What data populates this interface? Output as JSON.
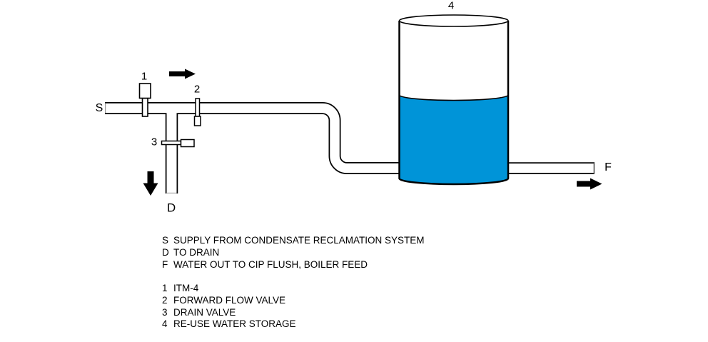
{
  "diagram": {
    "labels": {
      "s": "S",
      "d": "D",
      "f": "F",
      "n1": "1",
      "n2": "2",
      "n3": "3",
      "n4": "4"
    },
    "colors": {
      "water": "#0094d8",
      "line": "#000000",
      "arrow": "#000000"
    },
    "icons": {
      "top_arrow": "flow-right-arrow",
      "drain_arrow": "flow-down-arrow",
      "outlet_arrow": "flow-right-arrow"
    }
  },
  "legend": {
    "io": [
      {
        "key": "S",
        "text": "SUPPLY FROM CONDENSATE RECLAMATION SYSTEM"
      },
      {
        "key": "D",
        "text": "TO DRAIN"
      },
      {
        "key": "F",
        "text": "WATER OUT TO CIP FLUSH, BOILER FEED"
      }
    ],
    "components": [
      {
        "key": "1",
        "text": "ITM-4"
      },
      {
        "key": "2",
        "text": "FORWARD FLOW VALVE"
      },
      {
        "key": "3",
        "text": "DRAIN VALVE"
      },
      {
        "key": "4",
        "text": "RE-USE WATER STORAGE"
      }
    ]
  }
}
